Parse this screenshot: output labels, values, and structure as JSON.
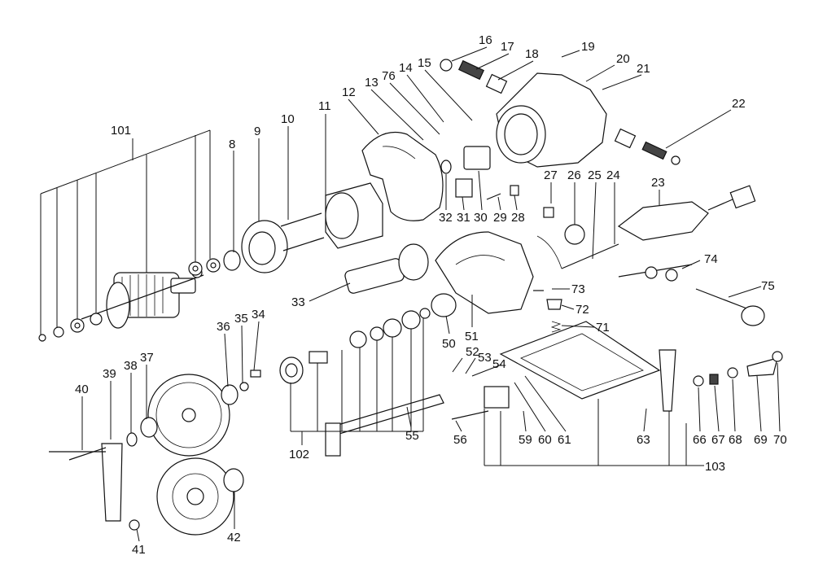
{
  "diagram": {
    "callouts": [
      "101",
      "8",
      "9",
      "10",
      "11",
      "12",
      "13",
      "76",
      "14",
      "15",
      "16",
      "17",
      "18",
      "19",
      "20",
      "21",
      "22",
      "23",
      "24",
      "25",
      "26",
      "27",
      "28",
      "29",
      "30",
      "31",
      "32",
      "33",
      "34",
      "35",
      "36",
      "37",
      "38",
      "39",
      "40",
      "41",
      "42",
      "102",
      "50",
      "51",
      "52",
      "53",
      "54",
      "55",
      "56",
      "59",
      "60",
      "61",
      "63",
      "66",
      "67",
      "68",
      "69",
      "70",
      "71",
      "72",
      "73",
      "74",
      "75",
      "103"
    ]
  }
}
